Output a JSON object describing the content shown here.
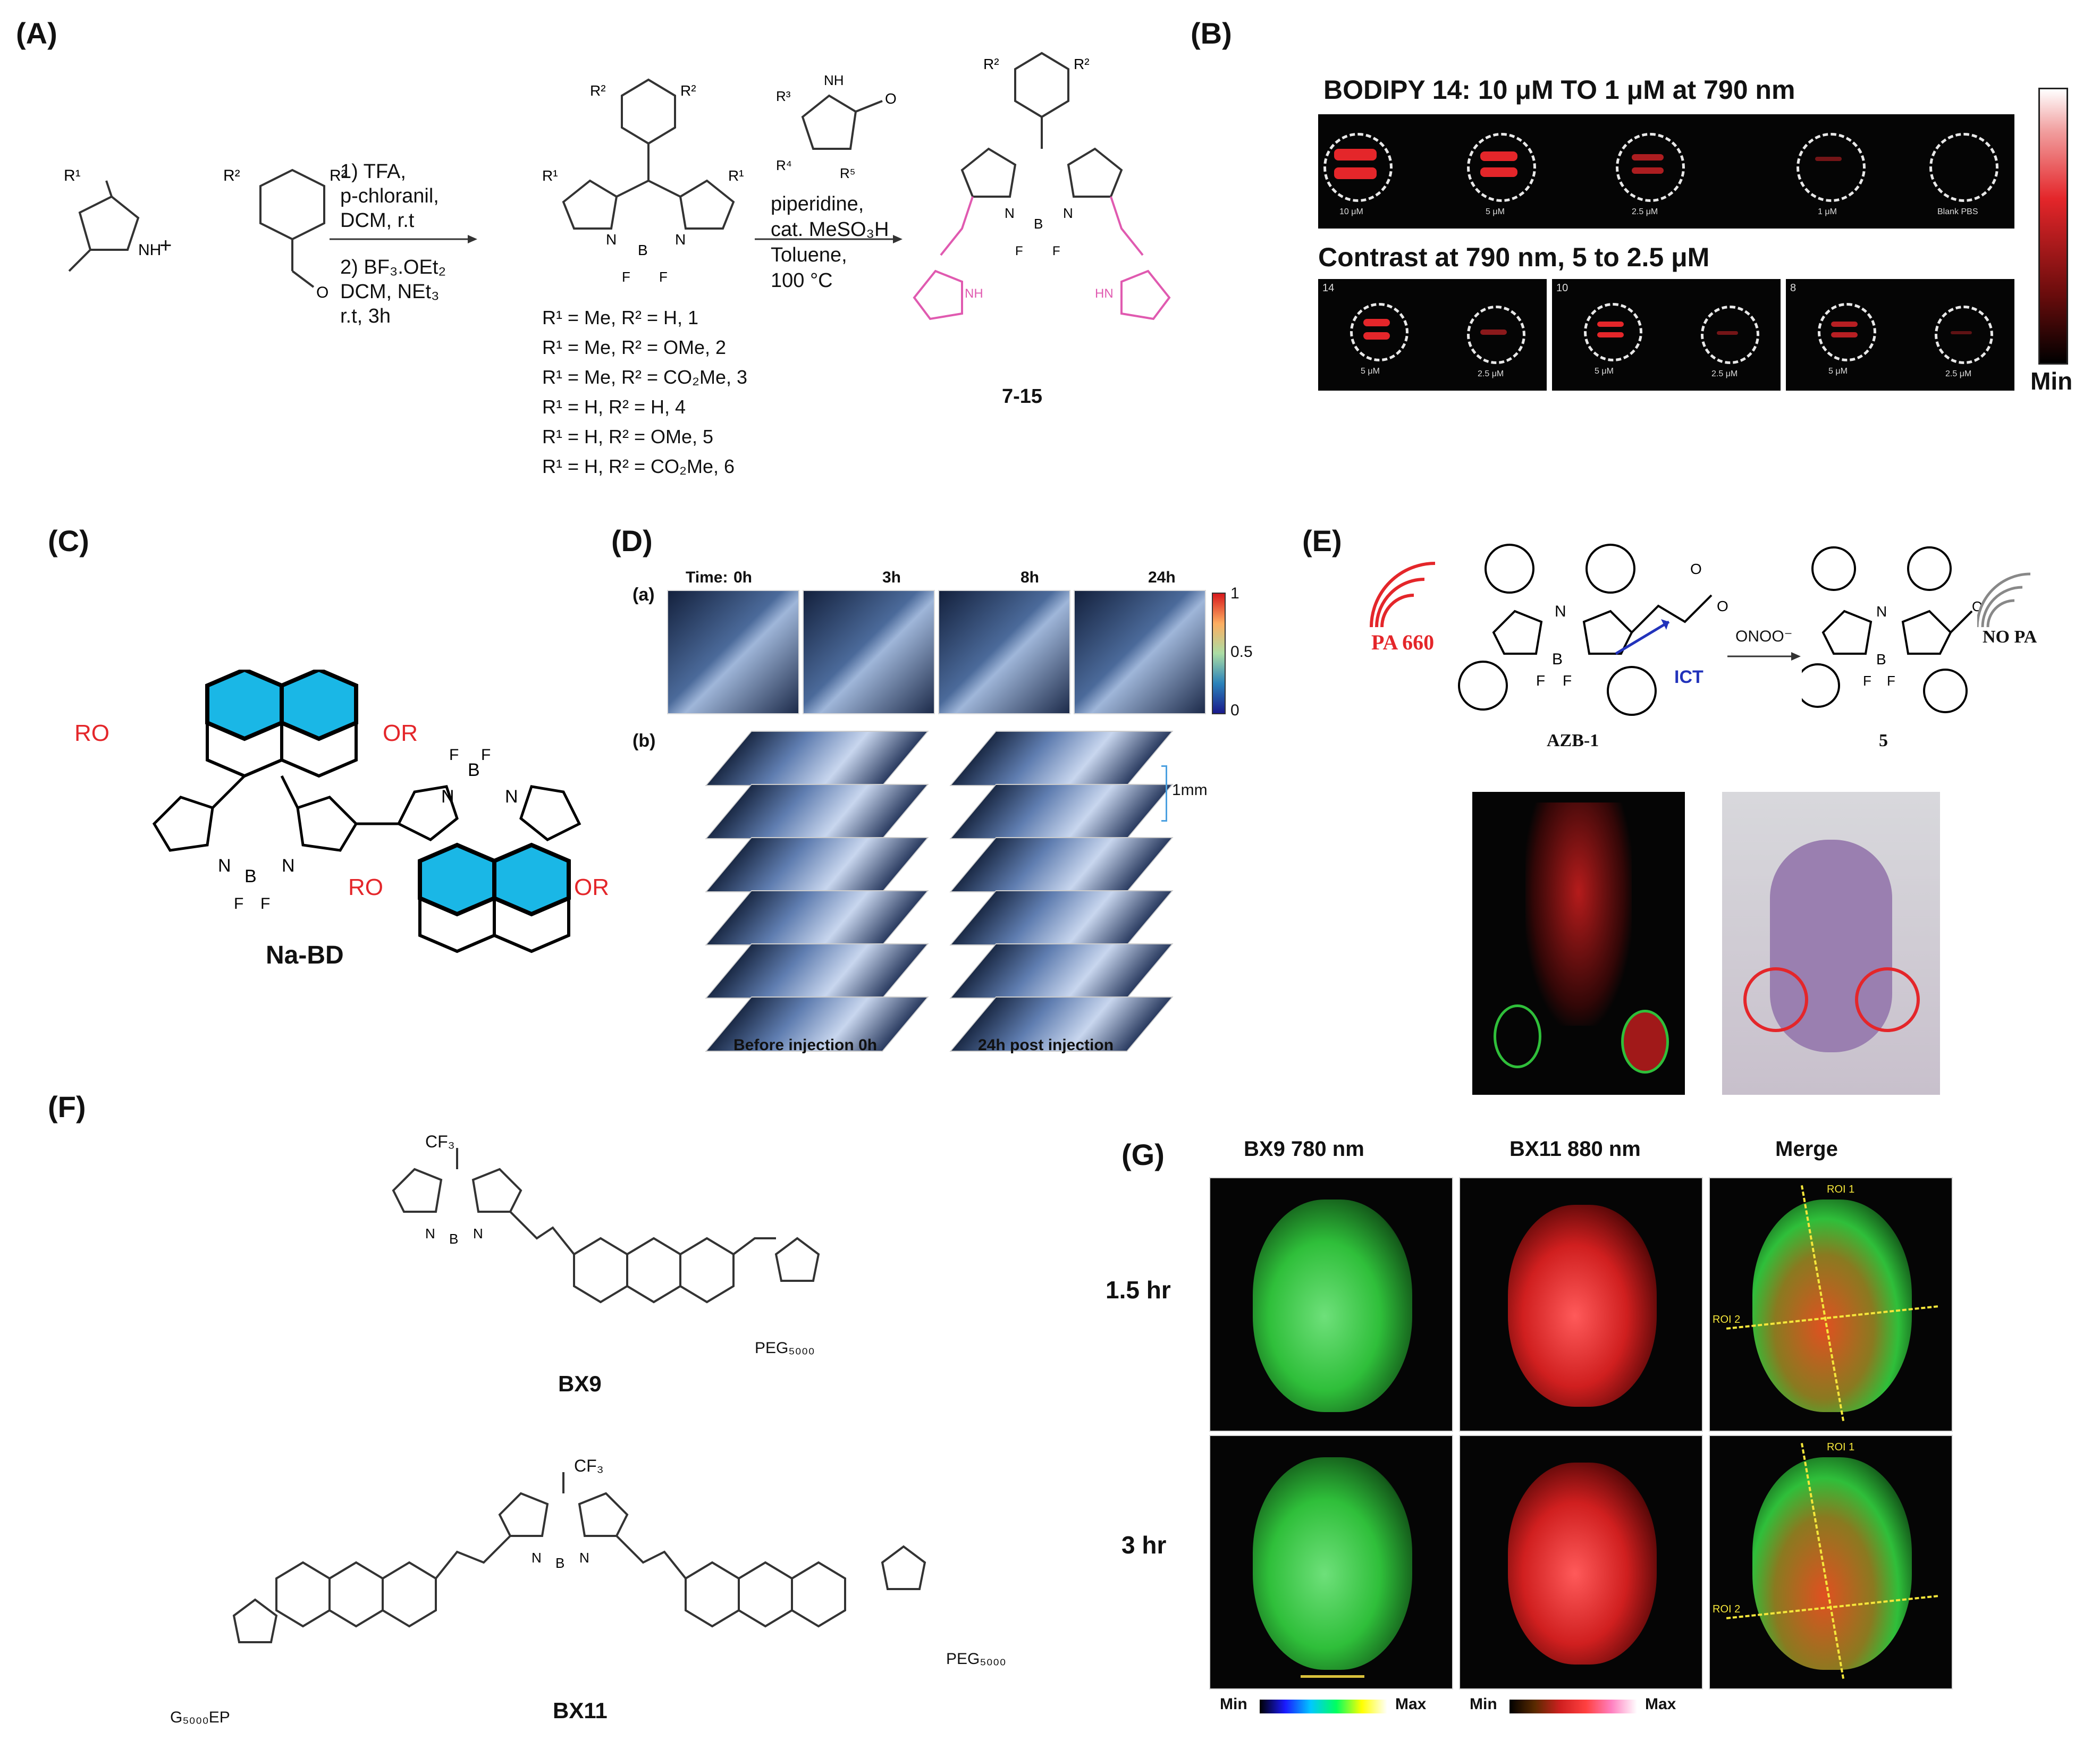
{
  "panels": {
    "A": "(A)",
    "B": "(B)",
    "C": "(C)",
    "D": "(D)",
    "E": "(E)",
    "F": "(F)",
    "G": "(G)"
  },
  "panelA": {
    "step1": [
      "1) TFA,",
      "p-chloranil,",
      "DCM, r.t"
    ],
    "step2": [
      "2) BF₃.OEt₂",
      "DCM, NEt₃",
      "r.t, 3h"
    ],
    "step3": [
      "piperidine,",
      "cat. MeSO₃H",
      "Toluene,",
      "100 °C"
    ],
    "compounds": [
      "R¹ = Me, R² = H, 1",
      "R¹ = Me, R² = OMe, 2",
      "R¹ = Me, R² = CO₂Me, 3",
      "R¹ = H, R² = H, 4",
      "R¹ = H, R² = OMe, 5",
      "R¹ = H, R² = CO₂Me, 6"
    ],
    "product": "7-15",
    "plus": "+"
  },
  "panelB": {
    "title1": "BODIPY 14: 10 μM TO 1 μM at 790 nm",
    "concs": [
      "10 μM",
      "5 μM",
      "2.5 μM",
      "1 μM",
      "Blank PBS"
    ],
    "title2": "Contrast at 790 nm, 5 to 2.5 μM",
    "sub_ids": [
      "14",
      "10",
      "8"
    ],
    "sub_concs": [
      "5 μM",
      "2.5 μM"
    ],
    "colorbar_min": "Min"
  },
  "panelC": {
    "name": "Na-BD",
    "sub_or": "RO",
    "sub_or2": "OR"
  },
  "panelD": {
    "row_a": "(a)",
    "row_b": "(b)",
    "time_label": "Time:",
    "times": [
      "0h",
      "3h",
      "8h",
      "24h"
    ],
    "colorbar": [
      "1",
      "0.5",
      "0"
    ],
    "scale": "1mm",
    "before": "Before injection 0h",
    "after": "24h post injection"
  },
  "panelE": {
    "pa": "PA 660",
    "ict": "ICT",
    "reagent": "ONOO⁻",
    "nopa": "NO PA",
    "name1": "AZB-1",
    "name2": "5"
  },
  "panelF": {
    "bx9": "BX9",
    "bx11": "BX11",
    "peg": "PEG₅₀₀₀",
    "peg2": "G₅₀₀₀EP",
    "cf3": "CF₃"
  },
  "panelG": {
    "cols": [
      "BX9 780 nm",
      "BX11 880 nm",
      "Merge"
    ],
    "rows": [
      "1.5 hr",
      "3 hr"
    ],
    "roi1": "ROI 1",
    "roi2": "ROI 2",
    "min": "Min",
    "max": "Max"
  },
  "colors": {
    "pink": "#e05ab0",
    "cyan": "#1ab7e6",
    "red": "#e4262a",
    "green": "#2fbf3a"
  }
}
